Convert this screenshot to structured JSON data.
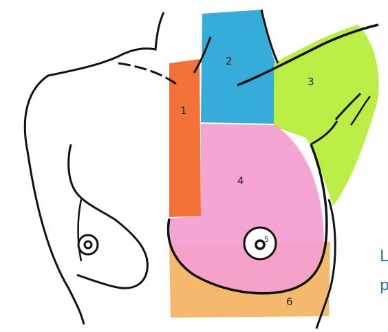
{
  "diagram": {
    "zones": [
      {
        "id": "1",
        "label": "1",
        "color": "#f26a2c"
      },
      {
        "id": "2",
        "label": "2",
        "color": "#2aa8d8"
      },
      {
        "id": "3",
        "label": "3",
        "color": "#b6ec3c"
      },
      {
        "id": "4",
        "label": "4",
        "color": "#f4a0cf"
      },
      {
        "id": "5",
        "label": "5",
        "color": "#ffffff"
      },
      {
        "id": "6",
        "label": "6",
        "color": "#f3b35f"
      }
    ],
    "outline_color": "#111111"
  },
  "side_text": {
    "line1": "L",
    "line2": "p"
  }
}
